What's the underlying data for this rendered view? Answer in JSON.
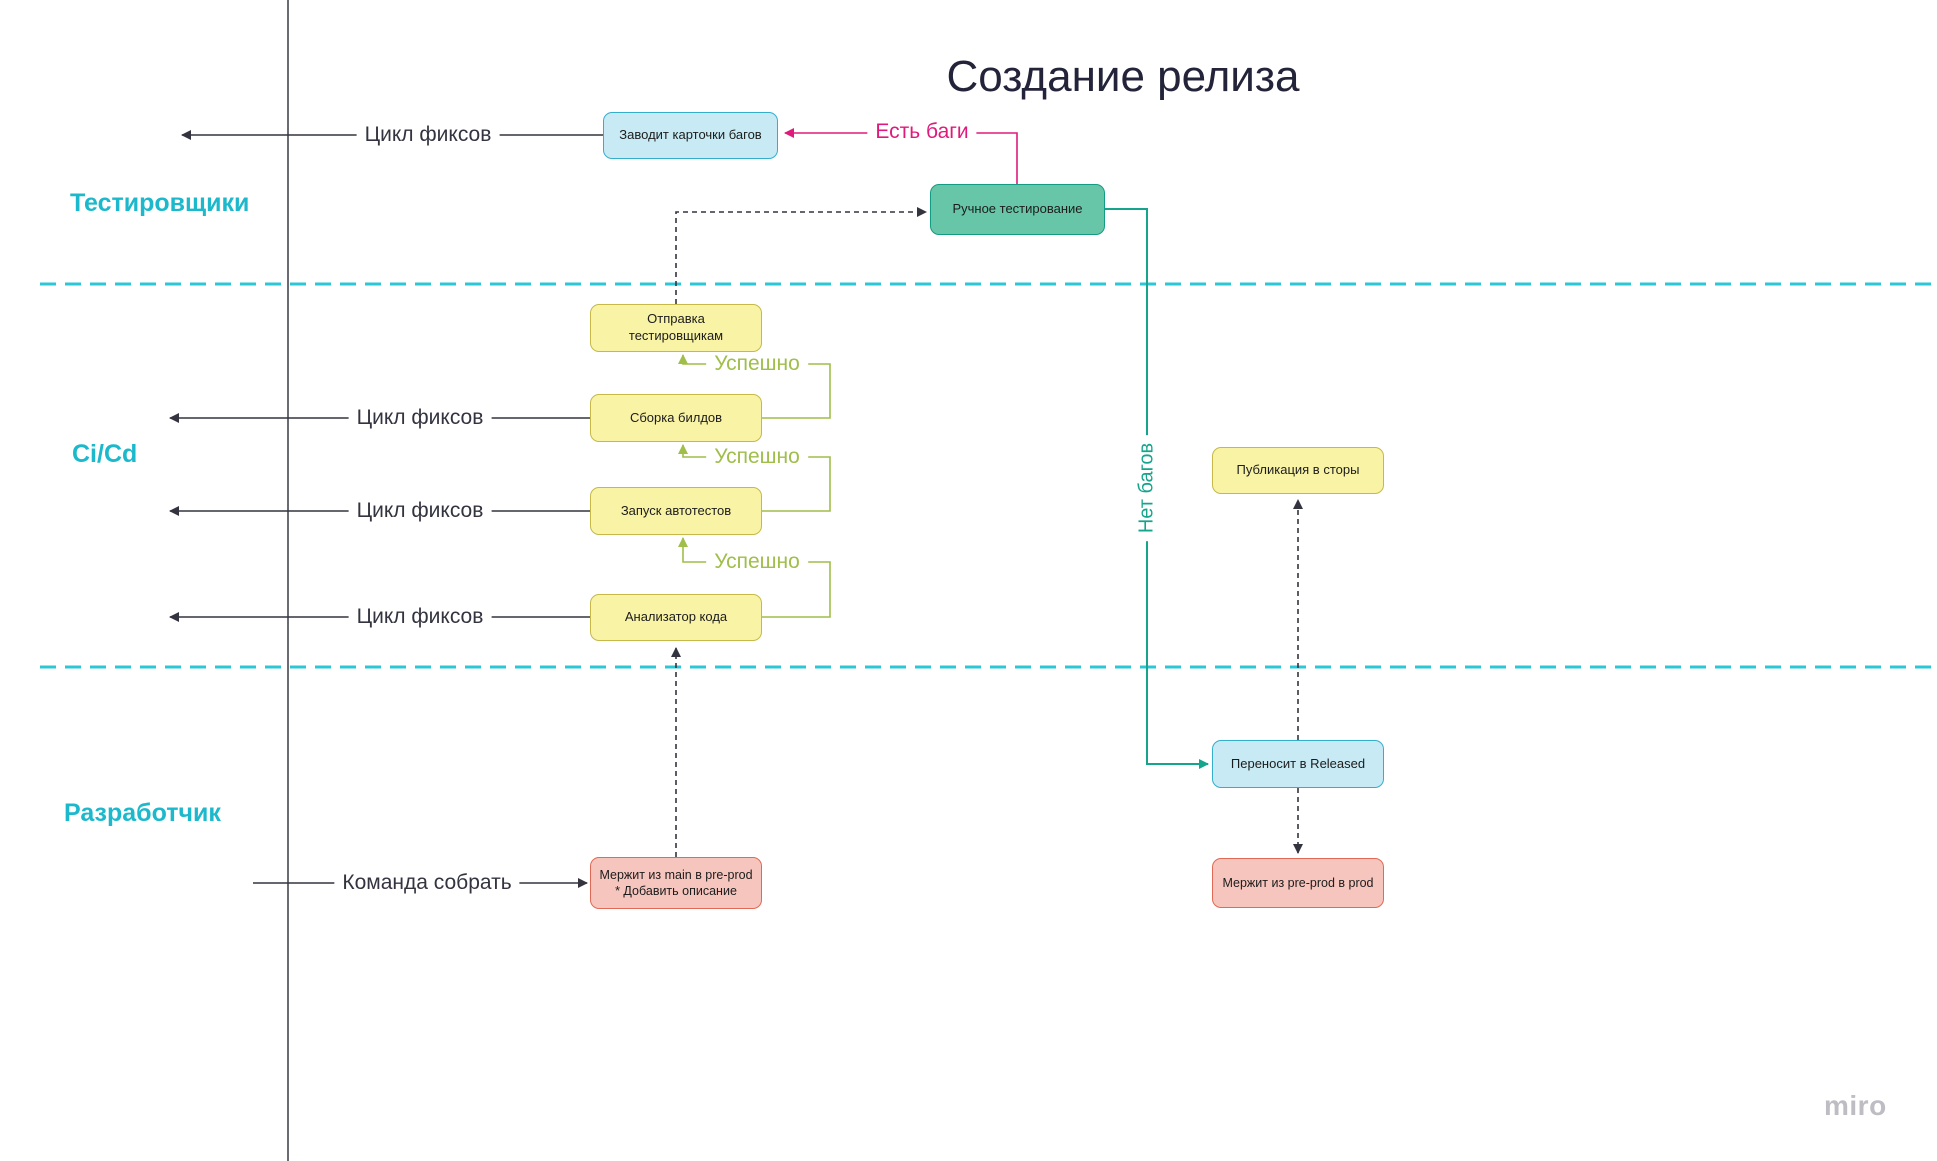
{
  "board": {
    "title": "Создание релиза",
    "watermark": "miro"
  },
  "lanes": {
    "testers": "Тестировщики",
    "cicd": "Ci/Cd",
    "developer": "Разработчик"
  },
  "nodes": {
    "bug_cards": "Заводит карточки багов",
    "manual_testing": "Ручное тестирование",
    "send_to_testers": "Отправка тестировщикам",
    "build": "Сборка билдов",
    "autotests": "Запуск автотестов",
    "code_analyzer": "Анализатор кода",
    "merge_main_line1": "Мержит из main в pre-prod",
    "merge_main_line2": "* Добавить описание",
    "publish_stores": "Публикация в сторы",
    "move_released": "Переносит в Released",
    "merge_prod": "Мержит из pre-prod в prod"
  },
  "edge_labels": {
    "fix_cycle": "Цикл фиксов",
    "has_bugs": "Есть баги",
    "success": "Успешно",
    "no_bugs": "Нет багов",
    "build_command": "Команда собрать"
  },
  "colors": {
    "lane_accent": "#1CB8CB",
    "divider": "#2CC7D6",
    "yellow_fill": "#F9F3A5",
    "yellow_border": "#C6B949",
    "blue_fill": "#C7EAF4",
    "blue_border": "#35AECB",
    "teal_fill": "#68C6A8",
    "teal_border": "#129C82",
    "pink_fill": "#F6C5BD",
    "pink_border": "#E06A55",
    "magenta_edge": "#E01A7B",
    "green_edge": "#9FBE4A",
    "teal_edge": "#16A58C"
  }
}
